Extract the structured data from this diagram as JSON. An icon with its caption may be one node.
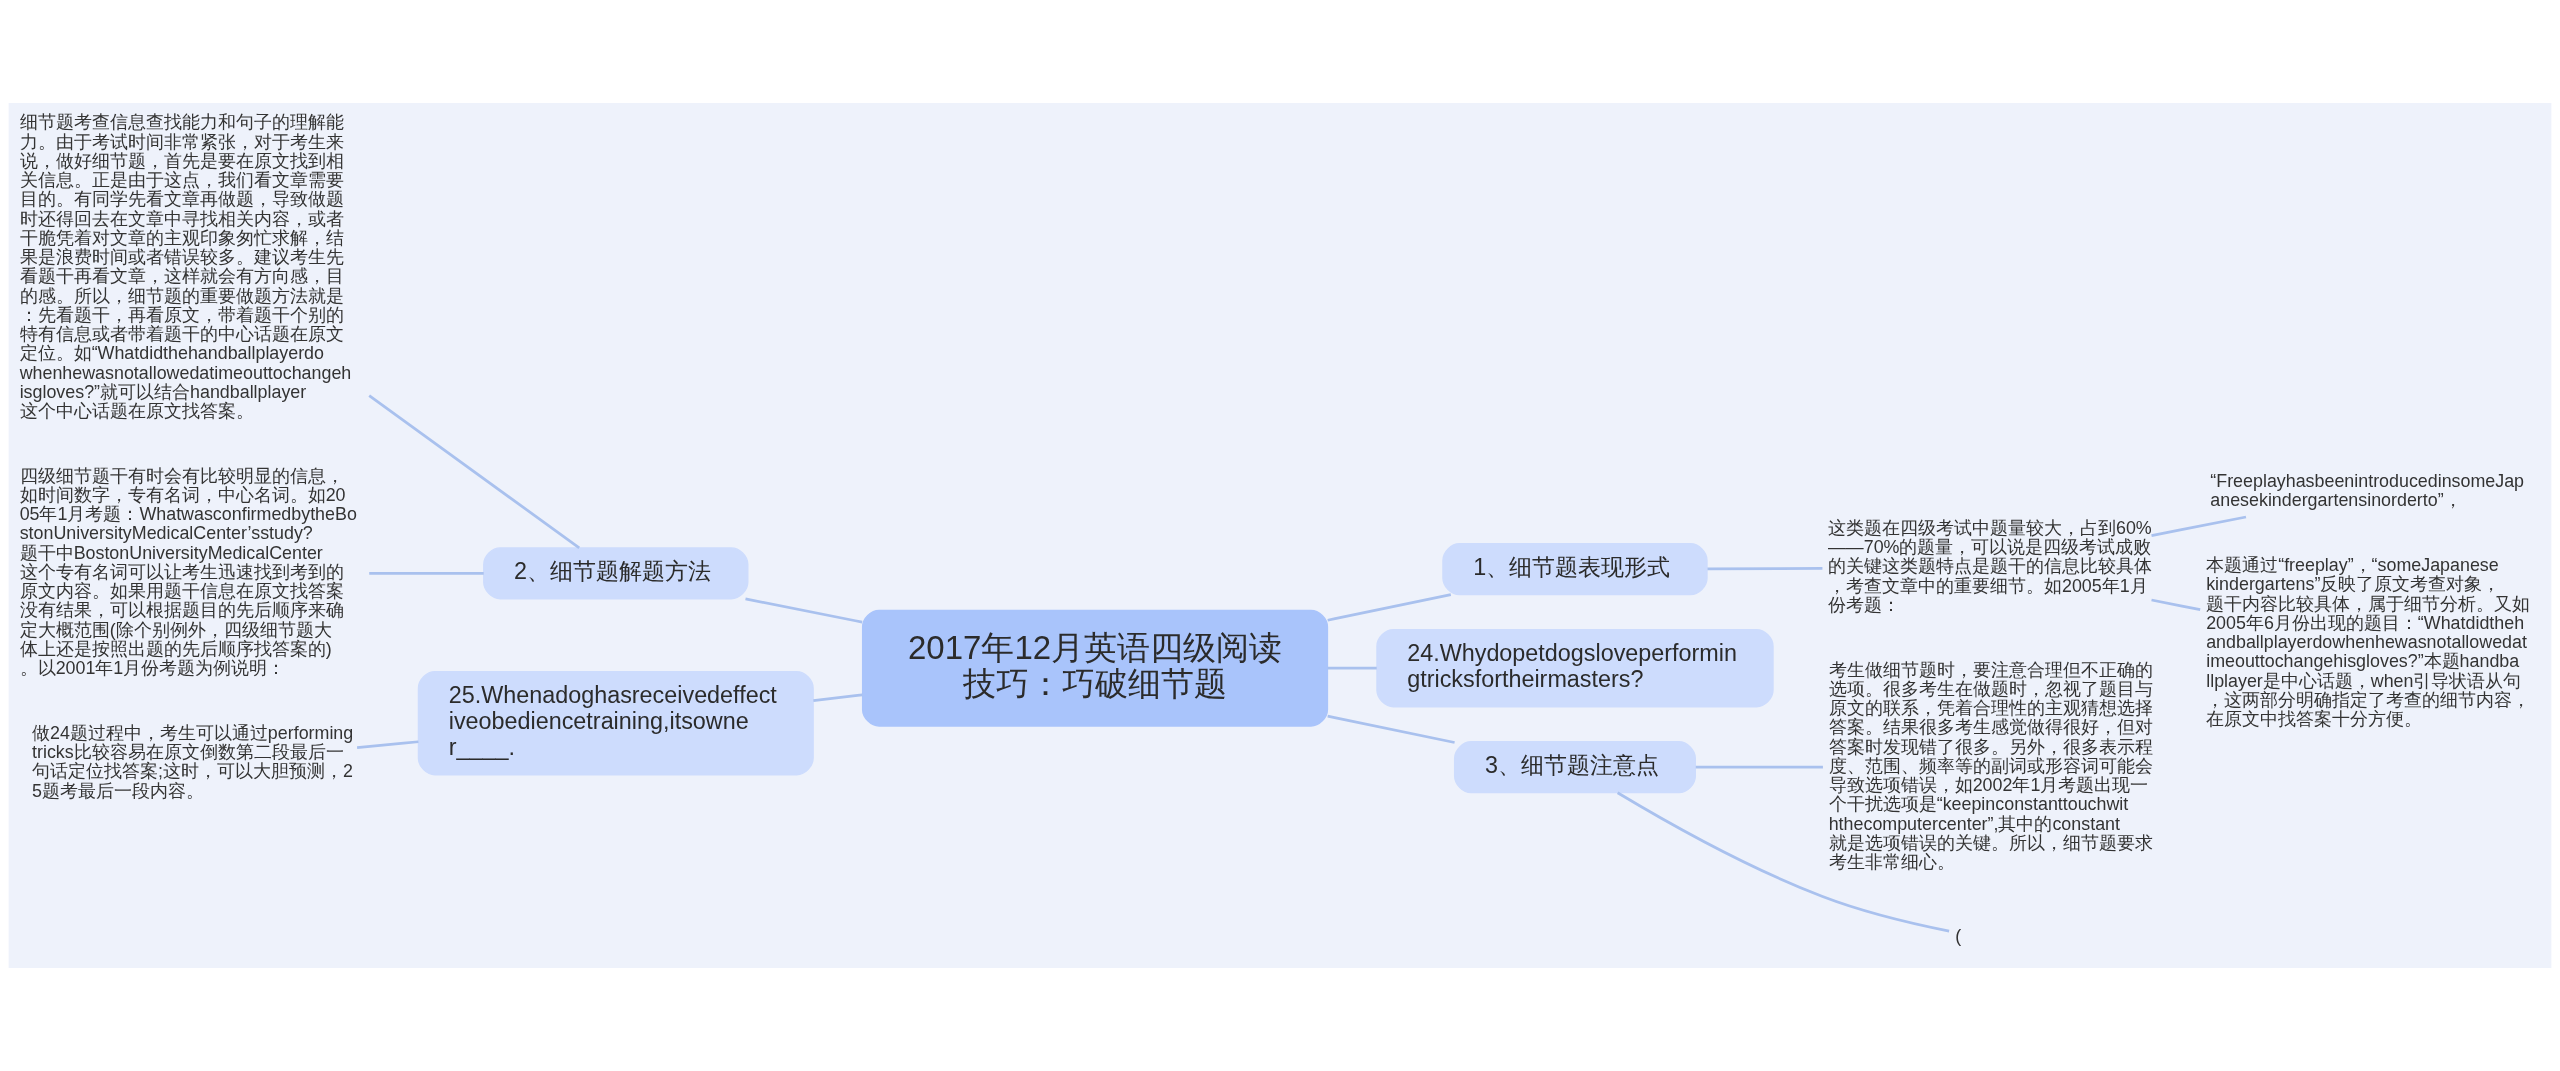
{
  "diagram": {
    "nodes": [
      {
        "text": [
          "2017年12月英语四级阅读技巧：巧破细节题"
        ]
      },
      {
        "text": [
          "1、细节题表现形式"
        ]
      },
      {
        "text": [
          "这类题在四级考试中题量较大，占到60%——70%的题量，可以说是四级考试成败的关键这类题特点是题干的信息比较具体，考查文章中的重要细节。如2005年1月份考题："
        ]
      },
      {
        "text": [
          "“FreeplayhasbeenintroducedinsomeJapanesekindergartensinorderto”，"
        ]
      },
      {
        "text": [
          "本题通过“freeplay”，“someJapanesekindergartens”反映了原文考查对象，题干内容比较具体，属于细节分析。又如2005年6月份出现的题目：“Whatdidthehandballplayerdowhenhewasnotallowedatimeouttochangehisgloves?”本题handballplayer是中心话题，when引导状语从句，这两部分明确指定了考查的细节内容，在原文中找答案十分方便。"
        ]
      },
      {
        "text": [
          "24.Whydopetdogsloveperformingtricksfortheirmasters?"
        ]
      },
      {
        "text": [
          "3、细节题注意点"
        ]
      },
      {
        "text": [
          "考生做细节题时，要注意合理但不正确的选项。很多考生在做题时，忽视了题目与原文的联系，凭着合理性的主观猜想选择答案。结果很多考生感觉做得很好，但对答案时发现错了很多。另外，很多表示程度、范围、频率等的副词或形容词可能会导致选项错误，如2002年1月考题出现一个干扰选项是“keepinconstanttouchwiththecomputercenter”,其中的constant就是选项错误的关键。所以，细节题要求考生非常细心。"
        ]
      },
      {
        "text": [
          "("
        ]
      },
      {
        "text": [
          "25.Whenadoghasreceivedeffectiveobediencetraining,itsowner____."
        ]
      },
      {
        "text": [
          "做24题过程中，考生可以通过performingtricks比较容易在原文倒数第二段最后一句话定位找答案;这时，可以大胆预测，25题考最后一段内容。"
        ]
      },
      {
        "text": [
          "2、细节题解题方法"
        ]
      },
      {
        "text": [
          "细节题考查信息查找能力和句子的理解能力。由于考试时间非常紧张，对于考生来说，做好细节题，首先是要在原文找到相关信息。正是由于这点，我们看文章需要目的。有同学先看文章再做题，导致做题时还得回去在文章中寻找相关内容，或者干脆凭着对文章的主观印象匆忙求解，结果是浪费时间或者错误较多。建议考生先看题干再看文章，这样就会有方向感，目的感。所以，细节题的重要做题方法就是：先看题干，再看原文，带着题干个别的特有信息或者带着题干的中心话题在原文定位。如“Whatdidthehandballplayerdowhenhewasnotallowedatimeouttochangehisgloves?”就可以结合handballplayer这个中心话题在原文找答案。"
        ]
      },
      {
        "text": [
          "四级细节题干有时会有比较明显的信息，如时间数字，专有名词，中心名词。如2005年1月考题：WhatwasconfirmedbytheBostonUniversityMedicalCenter’sstudy?题干中BostonUniversityMedicalCenter这个专有名词可以让考生迅速找到考到的原文内容。如果用题干信息在原文找答案没有结果，可以根据题目的先后顺序来确定大概范围(除个别例外，四级细节题大体上还是按照出题的先后顺序找答案的)。以2001年1月份考题为例说明："
        ]
      }
    ],
    "edges": [
      {
        "from": 0,
        "to": 1,
        "arrow": "none"
      },
      {
        "from": 1,
        "to": 2,
        "arrow": "none"
      },
      {
        "from": 2,
        "to": 3,
        "arrow": "none"
      },
      {
        "from": 2,
        "to": 4,
        "arrow": "none"
      },
      {
        "from": 0,
        "to": 5,
        "arrow": "none"
      },
      {
        "from": 0,
        "to": 6,
        "arrow": "none"
      },
      {
        "from": 6,
        "to": 7,
        "arrow": "none"
      },
      {
        "from": 6,
        "to": 8,
        "arrow": "none"
      },
      {
        "from": 10,
        "to": 9,
        "arrow": "none"
      },
      {
        "from": 9,
        "to": 0,
        "arrow": "none"
      },
      {
        "from": 12,
        "to": 11,
        "arrow": "none"
      },
      {
        "from": 13,
        "to": 11,
        "arrow": "none"
      },
      {
        "from": 11,
        "to": 0,
        "arrow": "none"
      }
    ]
  }
}
